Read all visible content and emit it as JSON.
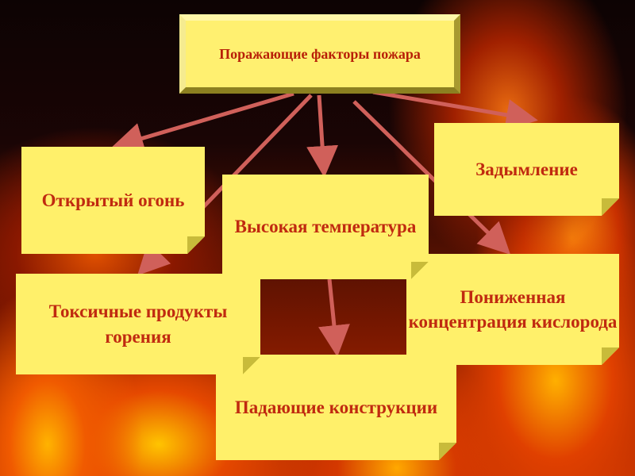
{
  "title": "Поражающие факторы пожара",
  "factors": [
    "Открытый огонь",
    "Высокая температура",
    "Задымление",
    "Токсичные продукты горения",
    "Пониженная концентрация кислорода",
    "Падающие конструкции"
  ],
  "colors": {
    "box": "#fff06a",
    "text": "#c02a10",
    "arrow": "#c0504d"
  }
}
